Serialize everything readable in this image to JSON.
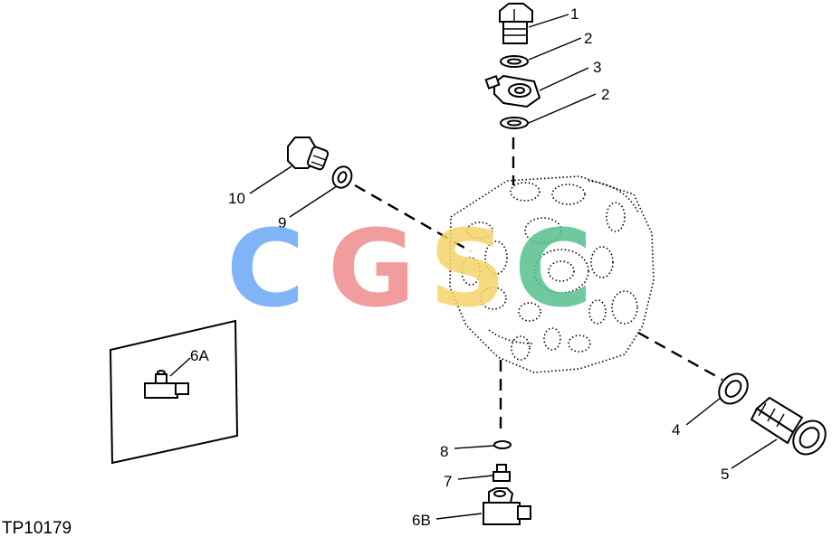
{
  "figure_code": "TP10179",
  "callouts": {
    "c1": "1",
    "c2a": "2",
    "c3": "3",
    "c2b": "2",
    "c10": "10",
    "c9": "9",
    "c6a": "6A",
    "c4": "4",
    "c5": "5",
    "c8": "8",
    "c7": "7",
    "c6b": "6B"
  },
  "watermark": {
    "letters": [
      "C",
      "G",
      "S",
      "C"
    ],
    "colors": [
      "#6aa8f5",
      "#f08c8c",
      "#f6d46a",
      "#58c08e"
    ]
  }
}
